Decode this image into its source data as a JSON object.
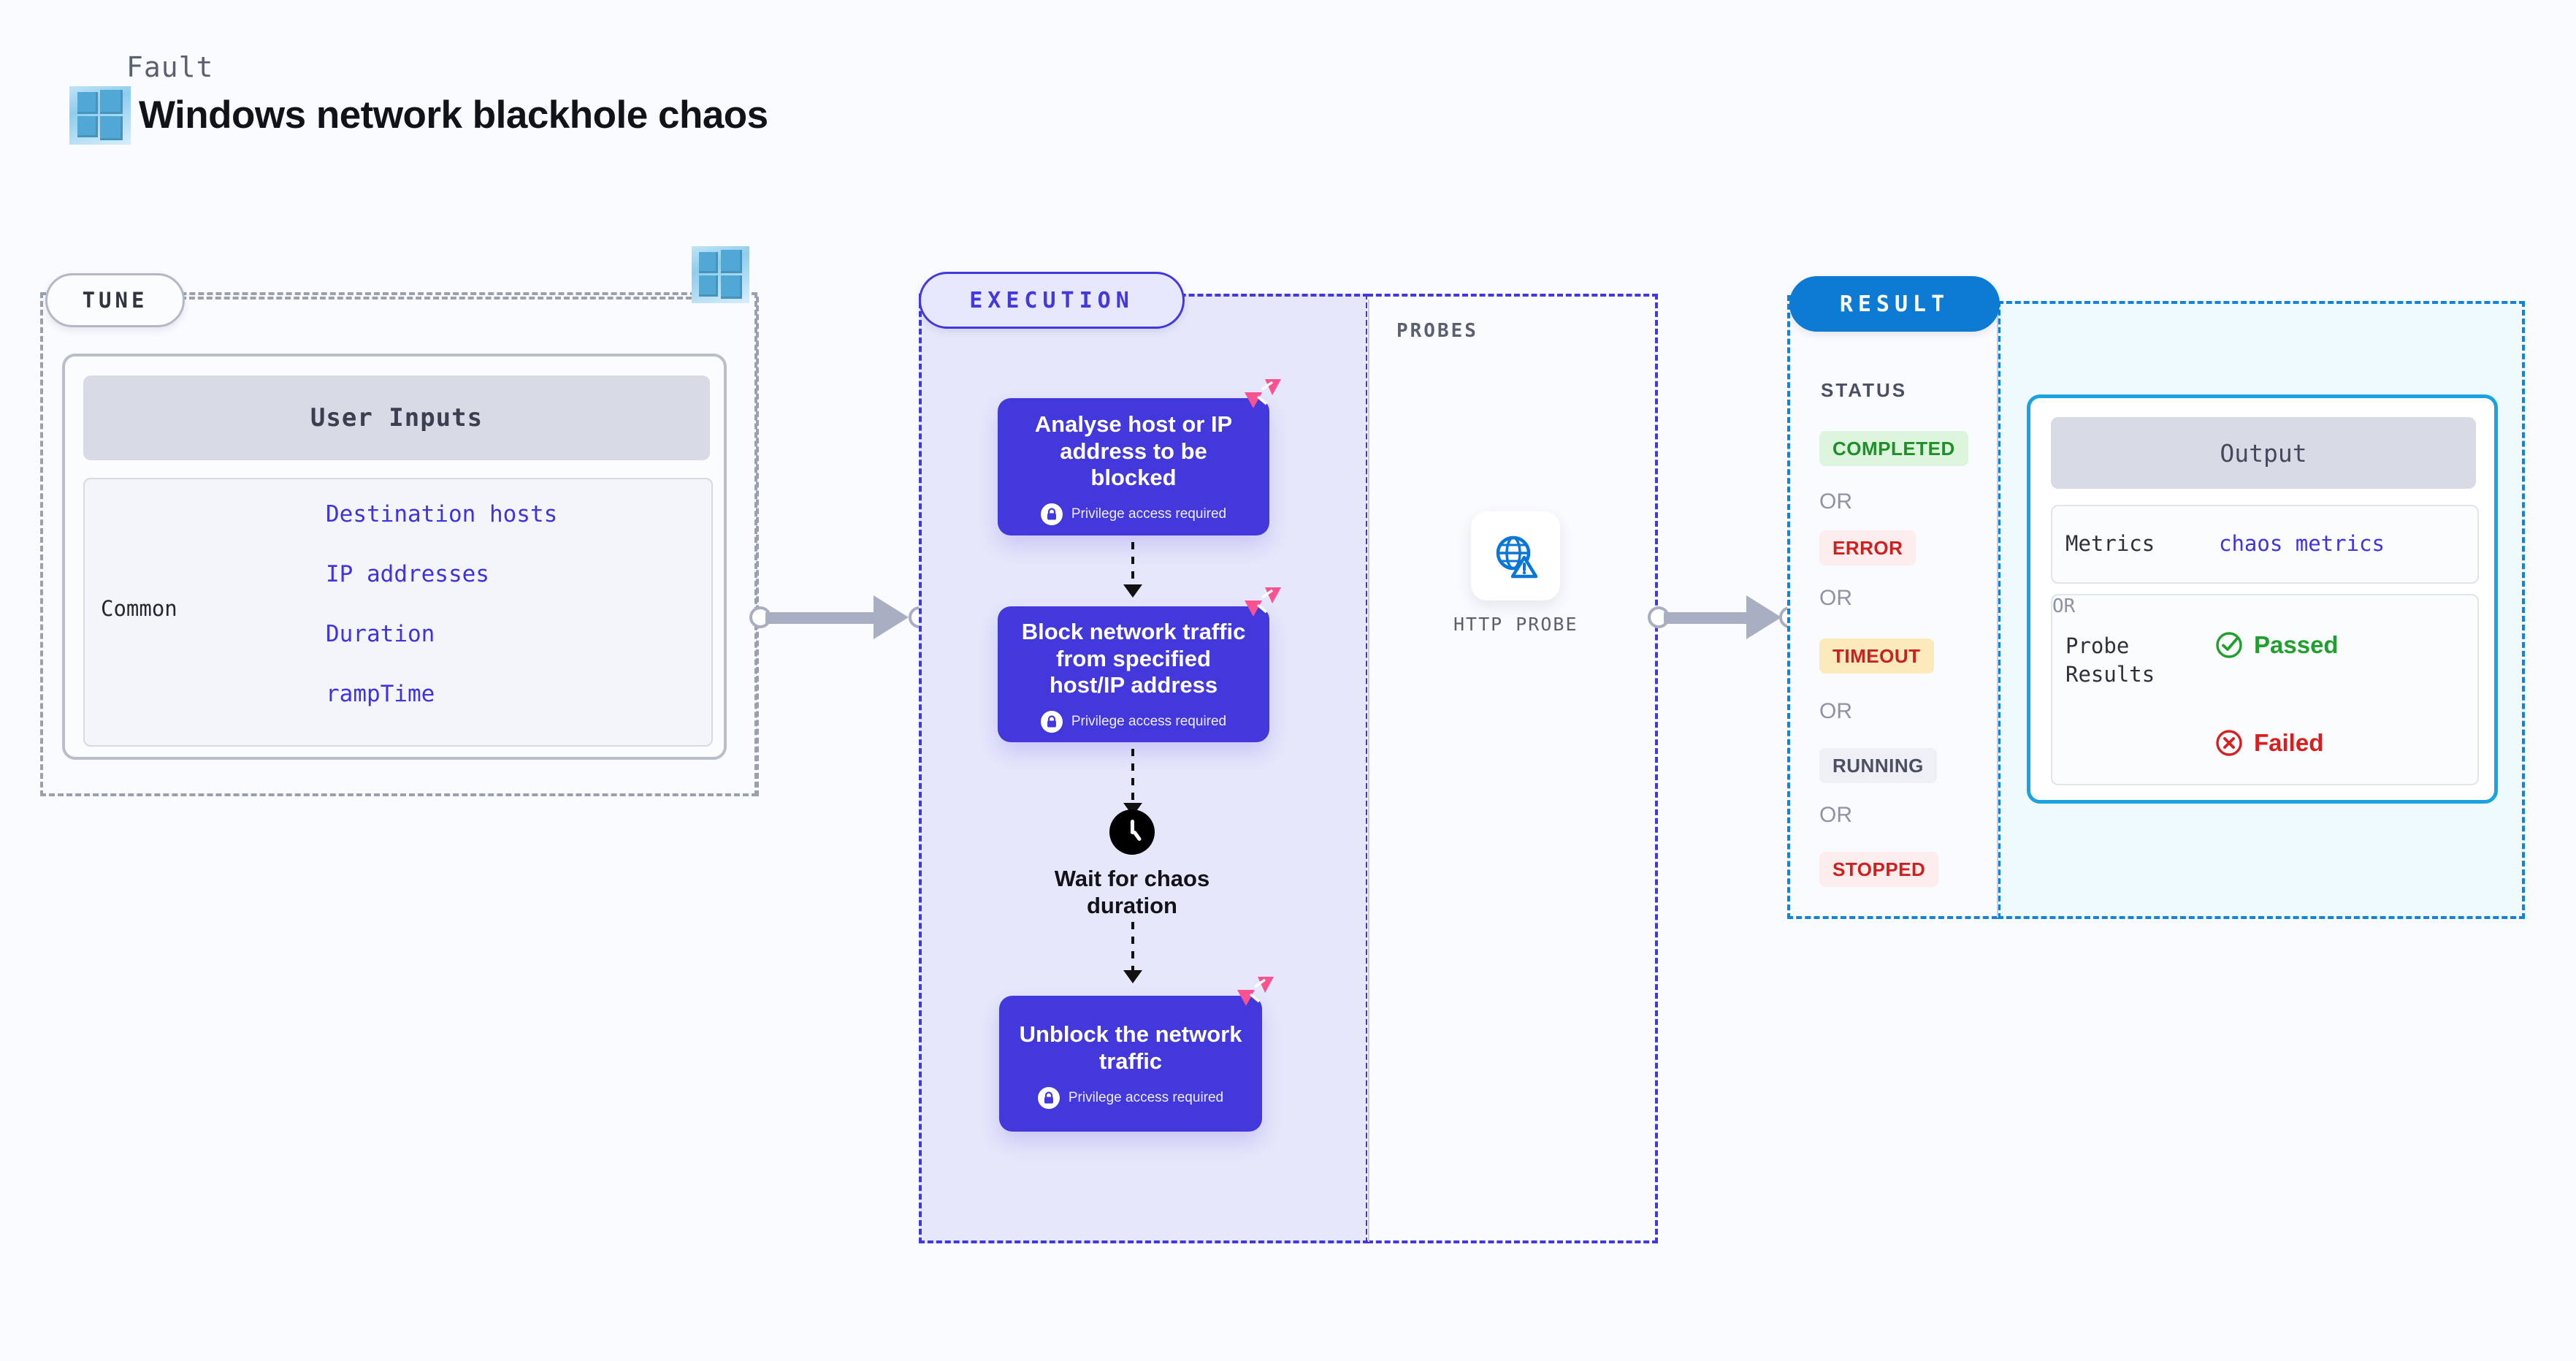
{
  "header": {
    "kicker": "Fault",
    "title": "Windows network blackhole chaos",
    "logo_icon": "windows-logo-icon"
  },
  "tune": {
    "pill_label": "TUNE",
    "logo_icon": "windows-logo-icon",
    "card": {
      "header": "User Inputs",
      "group_label": "Common",
      "params": [
        "Destination hosts",
        "IP addresses",
        "Duration",
        "rampTime"
      ]
    }
  },
  "execution": {
    "pill_label": "EXECUTION",
    "privilege_note": "Privilege access required",
    "lock_icon": "lock-icon",
    "litmus_icon": "litmus-chaos-icon",
    "steps": [
      {
        "title": "Analyse host or IP address to be blocked",
        "privileged": true
      },
      {
        "title": "Block network traffic from specified host/IP address",
        "privileged": true
      }
    ],
    "wait_step": {
      "icon": "clock-icon",
      "label": "Wait for chaos duration"
    },
    "final_step": {
      "title": "Unblock the network traffic",
      "privileged": true
    }
  },
  "probes": {
    "section_label": "PROBES",
    "items": [
      {
        "caption": "HTTP PROBE",
        "icon": "globe-warning-icon"
      }
    ]
  },
  "result": {
    "pill_label": "RESULT",
    "status_label": "STATUS",
    "or_label": "OR",
    "statuses": [
      {
        "label": "COMPLETED",
        "bg": "#ddf5dd",
        "fg": "#1f8f2a"
      },
      {
        "label": "ERROR",
        "bg": "#fdeded",
        "fg": "#cf2020"
      },
      {
        "label": "TIMEOUT",
        "bg": "#fdeabc",
        "fg": "#c92020"
      },
      {
        "label": "RUNNING",
        "bg": "#eff0f5",
        "fg": "#4a4f63"
      },
      {
        "label": "STOPPED",
        "bg": "#fdeded",
        "fg": "#cf2020"
      }
    ],
    "output": {
      "header": "Output",
      "metrics_label": "Metrics",
      "metrics_value": "chaos metrics",
      "probe_results_label": "Probe Results",
      "or_label": "OR",
      "passed_label": "Passed",
      "passed_icon": "check-circle-icon",
      "failed_label": "Failed",
      "failed_icon": "x-circle-icon"
    }
  },
  "colors": {
    "background": "#fafbfe",
    "execution_purple": "#4338db",
    "execution_fill": "#e6e7fb",
    "result_blue": "#0d7bd4",
    "result_fill": "#effaff",
    "output_border": "#19a3e0",
    "litmus_pink": "#f9528f",
    "param_text": "#3f33e0",
    "connector_grey": "#aaaec2"
  }
}
